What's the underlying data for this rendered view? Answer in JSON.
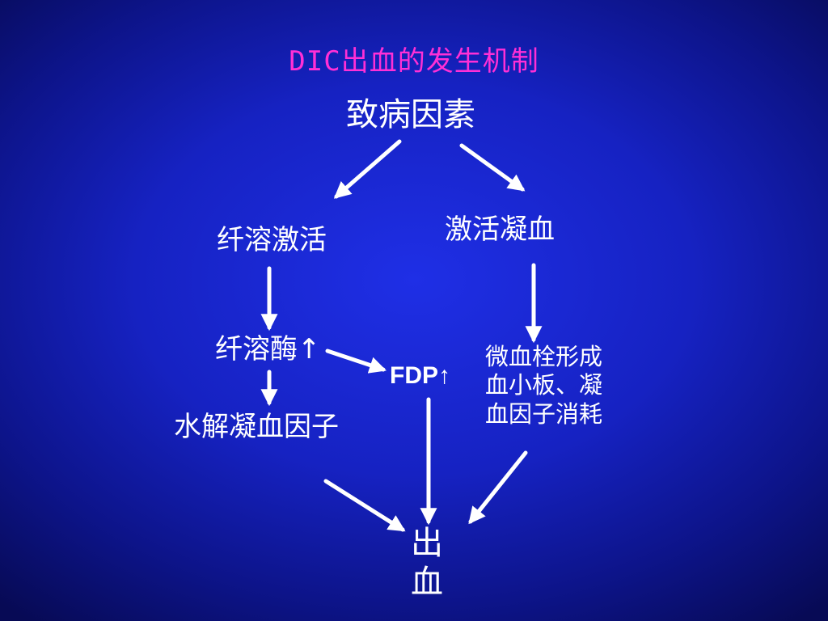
{
  "title": "DIC出血的发生机制",
  "nodes": {
    "cause": "致病因素",
    "coagulation": "激活凝血",
    "fibrinolysis": "纤溶激活",
    "plasmin": "纤溶酶↑",
    "fdp": "FDP↑",
    "hydrolysis": "水解凝血因子",
    "micro_lines": [
      "微血栓形成",
      "血小板、凝",
      "血因子消耗"
    ],
    "bleeding_lines": [
      "出",
      "血"
    ]
  },
  "colors": {
    "title": "#ff2fd6",
    "text": "#ffffff",
    "arrow": "#ffffff",
    "background": "#1622c2"
  }
}
